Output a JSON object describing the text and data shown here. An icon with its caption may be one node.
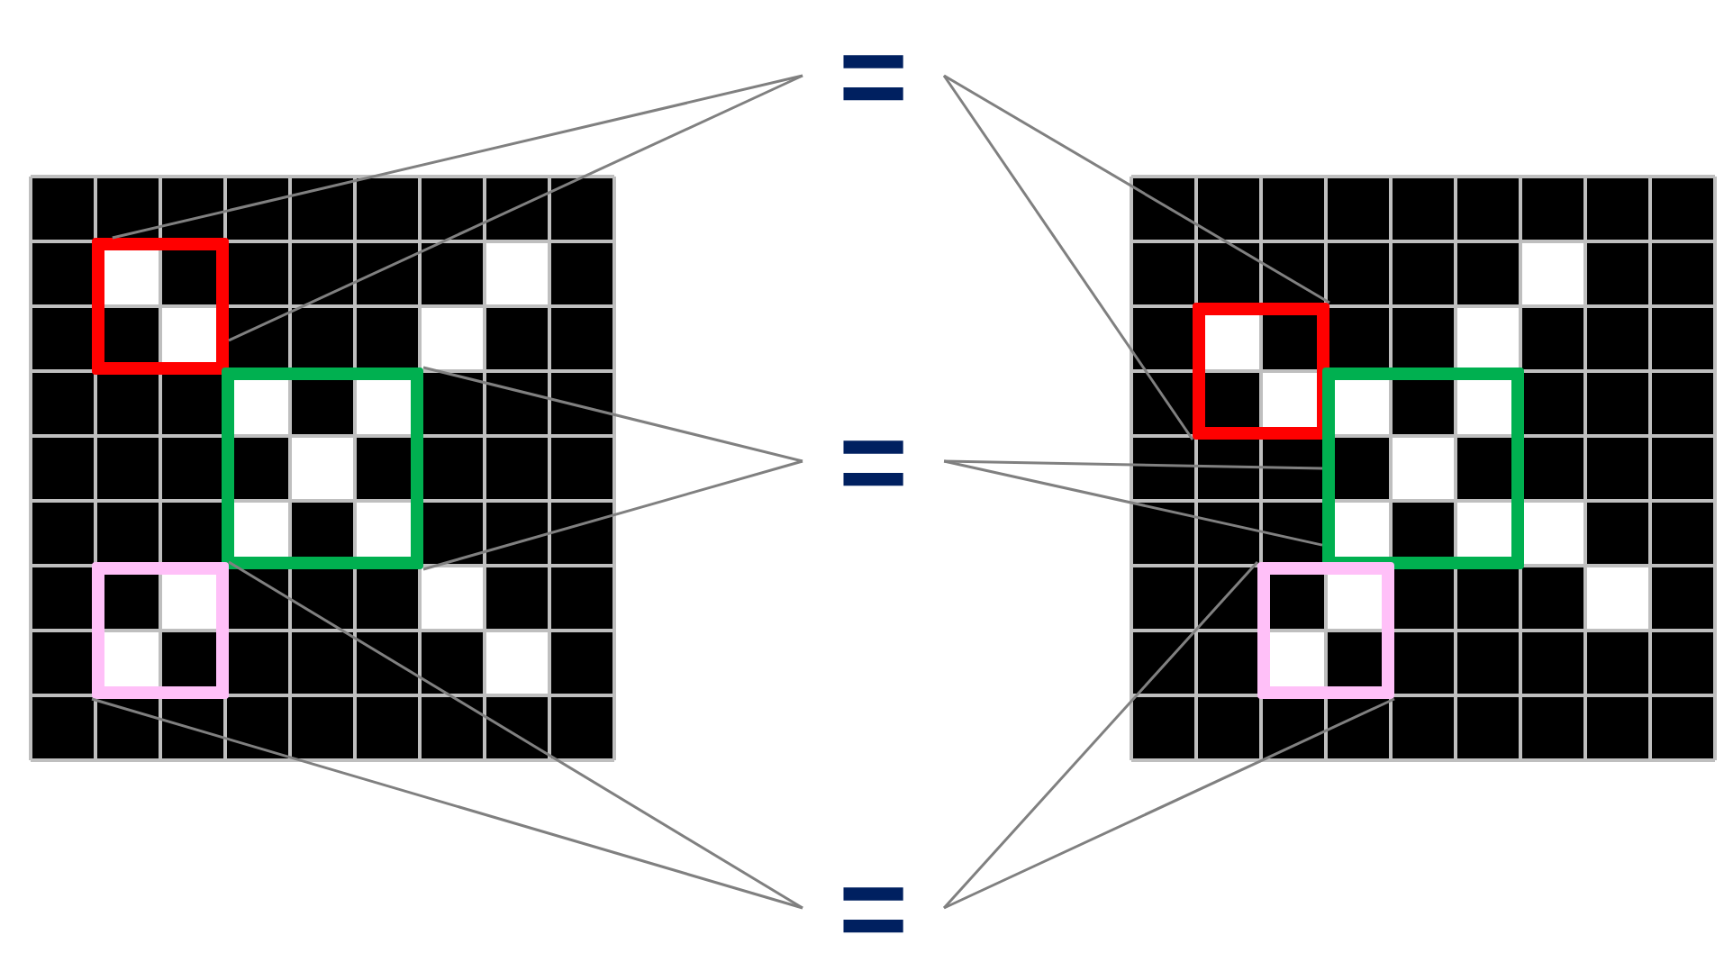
{
  "diagram": {
    "nodes": [
      {
        "text": [
          "="
        ]
      },
      {
        "text": [],
        "shape": "grid"
      },
      {
        "text": [],
        "shape": "box",
        "in": 1
      },
      {
        "text": [],
        "shape": "box",
        "in": 1
      },
      {
        "text": [],
        "shape": "box",
        "in": 1
      },
      {
        "text": [
          "="
        ]
      },
      {
        "text": [
          "="
        ]
      },
      {
        "text": [],
        "shape": "grid"
      },
      {
        "text": [],
        "shape": "box",
        "in": 7
      },
      {
        "text": [],
        "shape": "box",
        "in": 7
      },
      {
        "text": [],
        "shape": "box",
        "in": 7
      }
    ],
    "edges": [
      {
        "from": 2,
        "to": 0,
        "arrow": "none"
      },
      {
        "from": 2,
        "to": 0,
        "arrow": "none"
      },
      {
        "from": 0,
        "to": 8,
        "arrow": "none"
      },
      {
        "from": 0,
        "to": 8,
        "arrow": "none"
      },
      {
        "from": 3,
        "to": 5,
        "arrow": "none"
      },
      {
        "from": 3,
        "to": 5,
        "arrow": "none"
      },
      {
        "from": 5,
        "to": 9,
        "arrow": "none"
      },
      {
        "from": 5,
        "to": 9,
        "arrow": "none"
      },
      {
        "from": 4,
        "to": 6,
        "arrow": "none"
      },
      {
        "from": 4,
        "to": 6,
        "arrow": "none"
      },
      {
        "from": 6,
        "to": 10,
        "arrow": "none"
      },
      {
        "from": 6,
        "to": 10,
        "arrow": "none"
      }
    ]
  }
}
